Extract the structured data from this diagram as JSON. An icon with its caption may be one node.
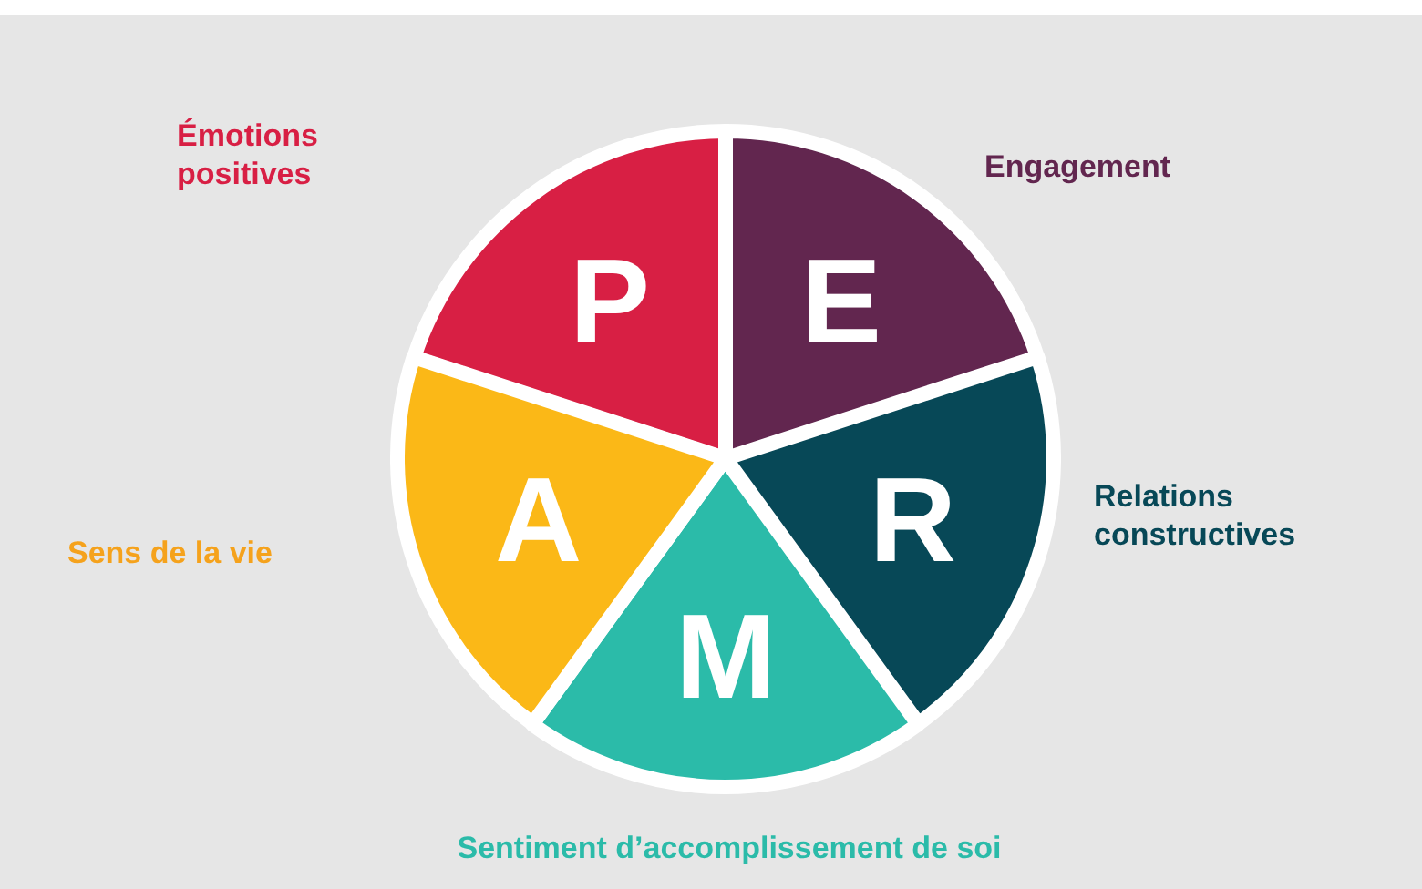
{
  "diagram": {
    "nodes": [
      {
        "text": [
          "P"
        ]
      },
      {
        "text": [
          "E"
        ]
      },
      {
        "text": [
          "R"
        ]
      },
      {
        "text": [
          "M"
        ]
      },
      {
        "text": [
          "A"
        ]
      }
    ],
    "labels": [
      "Émotions positives",
      "Engagement",
      "Relations constructives",
      "Sens de la vie",
      "Sentiment d’accomplissement de soi"
    ]
  }
}
